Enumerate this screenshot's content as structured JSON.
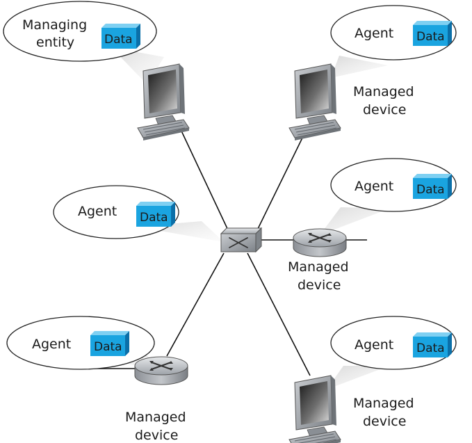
{
  "managing_entity": {
    "label_line1": "Managing",
    "label_line2": "entity",
    "data_label": "Data"
  },
  "agents": [
    {
      "agent_label": "Agent",
      "data_label": "Data",
      "device_line1": "Managed",
      "device_line2": "device"
    },
    {
      "agent_label": "Agent",
      "data_label": "Data",
      "device_line1": "Managed",
      "device_line2": "device"
    },
    {
      "agent_label": "Agent",
      "data_label": "Data"
    },
    {
      "agent_label": "Agent",
      "data_label": "Data",
      "device_line1": "Managed",
      "device_line2": "device"
    },
    {
      "agent_label": "Agent",
      "data_label": "Data",
      "device_line1": "Managed",
      "device_line2": "device"
    }
  ],
  "colors": {
    "data_box": "#1aa4e0",
    "data_box_dark": "#0b6fa8",
    "data_box_top": "#7fd0f2",
    "device_gray": "#9aa0a6"
  }
}
